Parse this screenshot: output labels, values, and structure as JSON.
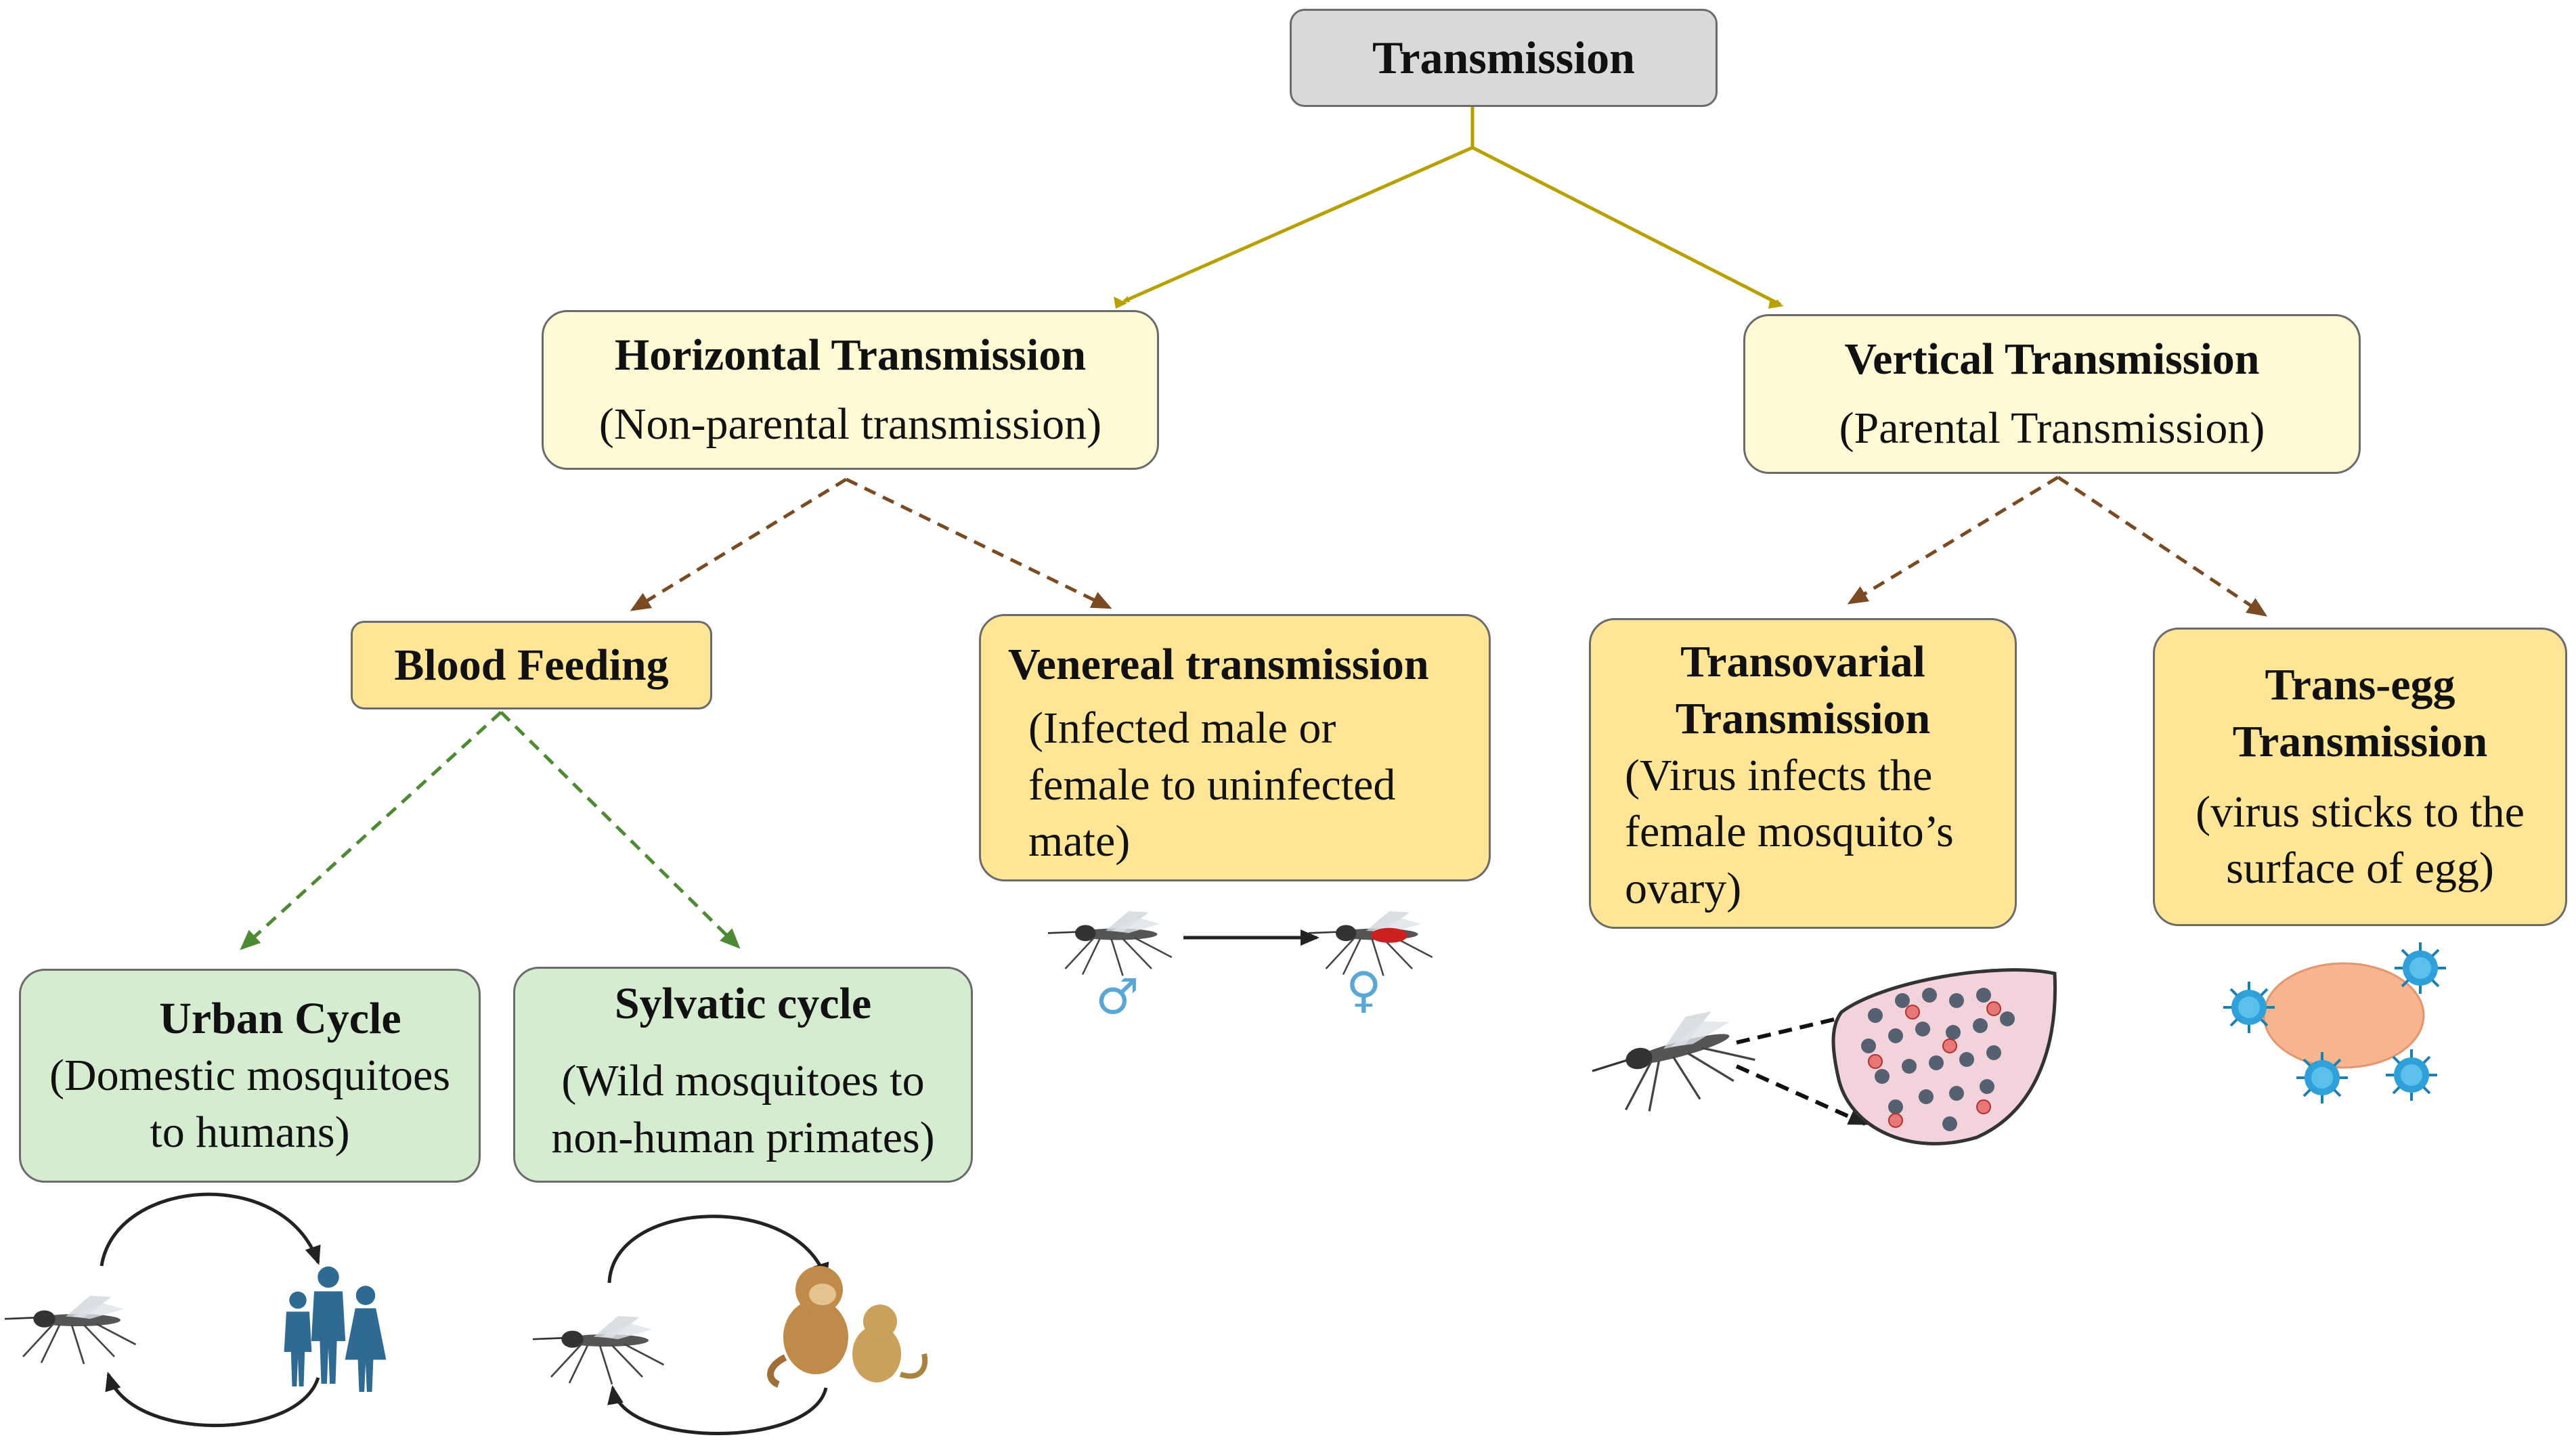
{
  "root": {
    "title": "Transmission"
  },
  "horizontal": {
    "title": "Horizontal Transmission",
    "subtitle": "(Non-parental transmission)"
  },
  "vertical": {
    "title": "Vertical Transmission",
    "subtitle": "(Parental Transmission)"
  },
  "blood_feeding": {
    "title": "Blood Feeding"
  },
  "venereal": {
    "title": "Venereal transmission",
    "lines": [
      "(Infected male or",
      "female to uninfected",
      "mate)"
    ],
    "male_symbol": "♂",
    "female_symbol": "♀"
  },
  "transovarial": {
    "title_lines": [
      "Transovarial",
      "Transmission"
    ],
    "lines": [
      "(Virus  infects the",
      "female mosquito’s",
      "ovary)"
    ]
  },
  "trans_egg": {
    "title_lines": [
      "Trans-egg",
      "Transmission"
    ],
    "lines": [
      "(virus sticks to the",
      "surface of egg)"
    ]
  },
  "urban": {
    "title": "Urban Cycle",
    "lines": [
      "(Domestic mosquitoes",
      "to humans)"
    ]
  },
  "sylvatic": {
    "title": "Sylvatic cycle",
    "lines": [
      "(Wild mosquitoes to",
      "non-human primates)"
    ]
  },
  "colors": {
    "root_fill": "#d9d9d9",
    "level1_fill": "#fff9d6",
    "level2_fill": "#ffe697",
    "level3_fill": "#d5ecd0",
    "solid_arrow": "#b8a000",
    "brown_dashed_arrow": "#7a4a22",
    "green_dashed_arrow": "#4e8a34",
    "person_icon": "#2f6a93",
    "gender_symbol": "#5aa7d6",
    "egg": "#f6b48f",
    "virus": "#2fa0d8",
    "ovary_fill": "#f2d3dc"
  }
}
